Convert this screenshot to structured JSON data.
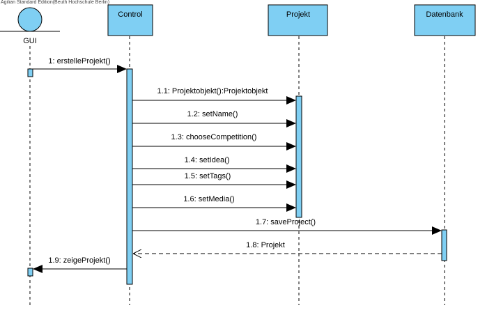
{
  "edition": "Agilian Standard Edition(Beuth Hochschule Berlin)",
  "colors": {
    "fill": "#7fcff3",
    "stroke": "#000000"
  },
  "lifelines": {
    "gui": "GUI",
    "control": "Control",
    "projekt": "Projekt",
    "datenbank": "Datenbank"
  },
  "messages": [
    {
      "id": "m1",
      "label": "1: erstelleProjekt()",
      "from": "gui",
      "to": "control",
      "kind": "sync"
    },
    {
      "id": "m11",
      "label": "1.1: Projektobjekt():Projektobjekt",
      "from": "control",
      "to": "projekt",
      "kind": "sync"
    },
    {
      "id": "m12",
      "label": "1.2: setName()",
      "from": "control",
      "to": "projekt",
      "kind": "sync"
    },
    {
      "id": "m13",
      "label": "1.3: chooseCompetition()",
      "from": "control",
      "to": "projekt",
      "kind": "sync"
    },
    {
      "id": "m14",
      "label": "1.4: setIdea()",
      "from": "control",
      "to": "projekt",
      "kind": "sync"
    },
    {
      "id": "m15",
      "label": "1.5: setTags()",
      "from": "control",
      "to": "projekt",
      "kind": "sync"
    },
    {
      "id": "m16",
      "label": "1.6: setMedia()",
      "from": "control",
      "to": "projekt",
      "kind": "sync"
    },
    {
      "id": "m17",
      "label": "1.7: saveProject()",
      "from": "control",
      "to": "datenbank",
      "kind": "sync"
    },
    {
      "id": "m18",
      "label": "1.8: Projekt",
      "from": "datenbank",
      "to": "control",
      "kind": "return"
    },
    {
      "id": "m19",
      "label": "1.9: zeigeProjekt()",
      "from": "control",
      "to": "gui",
      "kind": "sync"
    }
  ]
}
